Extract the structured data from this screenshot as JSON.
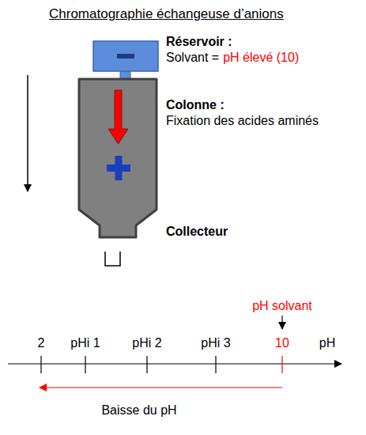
{
  "diagram": {
    "title": "Chromatographie échangeuse d’anions",
    "labels": [
      "Réservoir :",
      "Solvant =",
      "pH élevé (10)",
      "Colonne :",
      "Fixation des acides aminés",
      "Collecteur",
      "pH solvant",
      "2",
      "pHi 1",
      "pHi 2",
      "pHi 3",
      "10",
      "pH",
      "Baisse du pH"
    ]
  }
}
